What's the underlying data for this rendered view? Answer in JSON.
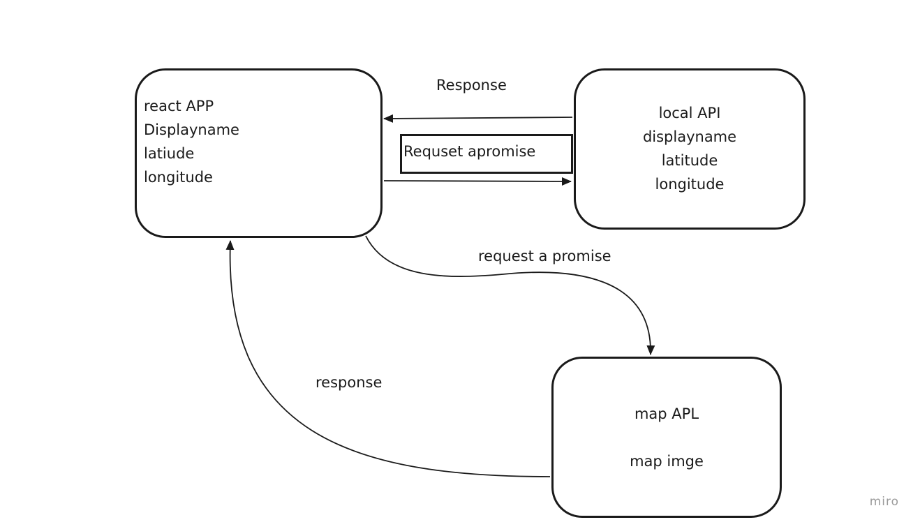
{
  "nodes": {
    "react_app": {
      "lines": [
        "react APP",
        "Displayname",
        "latiude",
        "longitude"
      ]
    },
    "local_api": {
      "lines": [
        "local API",
        "displayname",
        "latitude",
        "longitude"
      ]
    },
    "map_api": {
      "lines": [
        "map APL",
        "",
        "map imge"
      ]
    }
  },
  "edges": {
    "response_top": "Response",
    "request_box": "Requset apromise",
    "request_promise": "request a promise",
    "response_bottom": "response"
  },
  "watermark": "miro",
  "colors": {
    "stroke": "#1a1a1a",
    "watermark": "#9a9a9a"
  }
}
